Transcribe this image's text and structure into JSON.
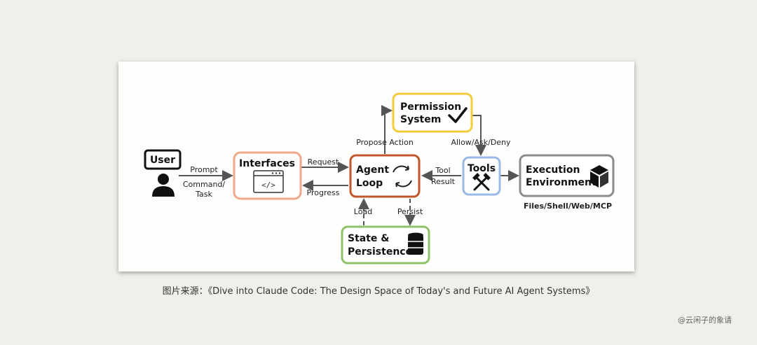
{
  "colors": {
    "user": "#111111",
    "interfaces": "#efa98a",
    "agent_loop": "#c0562a",
    "permission": "#f2cc3a",
    "tools": "#9ab9e6",
    "execution": "#8c8c8c",
    "state": "#8fc06a",
    "arrow": "#555555"
  },
  "nodes": {
    "user": {
      "label": "User",
      "icon": "person-icon"
    },
    "interfaces": {
      "label": "Interfaces",
      "icon": "code-window-icon"
    },
    "agent_loop": {
      "label_line1": "Agent",
      "label_line2": "Loop",
      "icon": "refresh-cycle-icon"
    },
    "permission": {
      "label_line1": "Permission",
      "label_line2": "System",
      "icon": "checkmark-icon"
    },
    "tools": {
      "label": "Tools",
      "icon": "hammer-pick-icon"
    },
    "execution": {
      "label_line1": "Execution",
      "label_line2": "Environment",
      "icon": "cube-box-icon",
      "caption": "Files/Shell/Web/MCP"
    },
    "state": {
      "label_line1": "State &",
      "label_line2": "Persistence",
      "icon": "database-icon"
    }
  },
  "edges": {
    "prompt": "Prompt",
    "command_line1": "Command/",
    "command_line2": "Task",
    "request": "Request",
    "progress": "Progress",
    "propose": "Propose Action",
    "allow": "Allow/Ask/Deny",
    "tool": "Tool",
    "result": "Result",
    "load": "Load",
    "persist": "Persist"
  },
  "caption": "图片来源：《Dive into Claude Code: The Design Space of Today's and Future AI Agent Systems》",
  "credit": "@云闲子的象请"
}
